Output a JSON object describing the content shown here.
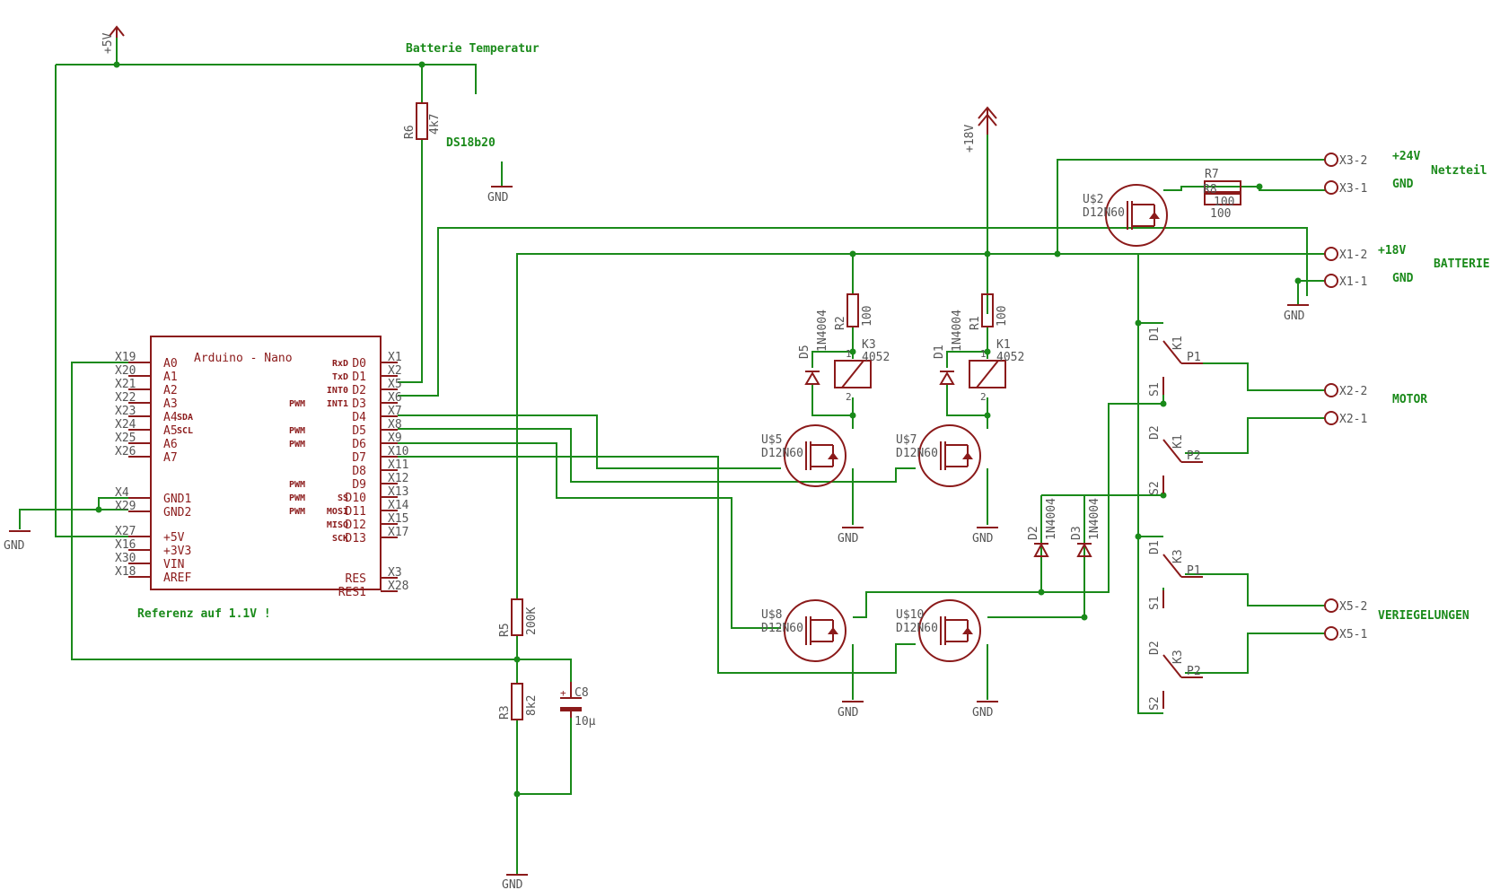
{
  "labels": {
    "batterie_temperatur": "Batterie Temperatur",
    "ds18b20": "DS18b20",
    "referenz": "Referenz auf 1.1V !",
    "netzteil": "Netzteil",
    "batterie": "BATTERIE",
    "motor": "MOTOR",
    "veriegelungen": "VERIEGELUNGEN"
  },
  "nets": {
    "p5v": "+5V",
    "p18v": "+18V",
    "p24v": "+24V",
    "p18v_conn": "+18V",
    "gnd": "GND"
  },
  "arduino": {
    "title": "Arduino - Nano",
    "left_pins": [
      "A0",
      "A1",
      "A2",
      "A3",
      "A4",
      "A5",
      "A6",
      "A7",
      "GND1",
      "GND2",
      "+5V",
      "+3V3",
      "VIN",
      "AREF"
    ],
    "left_x": [
      "X19",
      "X20",
      "X21",
      "X22",
      "X23",
      "X24",
      "X25",
      "X26",
      "X4",
      "X29",
      "X27",
      "X16",
      "X30",
      "X18"
    ],
    "right_pins": [
      "D0",
      "D1",
      "D2",
      "D3",
      "D4",
      "D5",
      "D6",
      "D7",
      "D8",
      "D9",
      "D10",
      "D11",
      "D12",
      "D13",
      "RES",
      "RES1"
    ],
    "right_alt": [
      "RxD",
      "TxD",
      "INT0",
      "INT1",
      "",
      "",
      "",
      "",
      "",
      "",
      "SS",
      "MOSI",
      "MISO",
      "SCK",
      "",
      ""
    ],
    "right_pwm": [
      "",
      "",
      "",
      "PWM",
      "",
      "PWM",
      "PWM",
      "",
      "",
      "PWM",
      "PWM",
      "PWM",
      "",
      "",
      "",
      ""
    ],
    "right_x": [
      "X1",
      "X2",
      "X5",
      "X6",
      "X7",
      "X8",
      "X9",
      "X10",
      "X11",
      "X12",
      "X13",
      "X14",
      "X15",
      "X17",
      "X3",
      "X28"
    ],
    "sda": "SDA",
    "scl": "SCL"
  },
  "parts": {
    "r6": {
      "name": "R6",
      "value": "4k7"
    },
    "r5": {
      "name": "R5",
      "value": "200K"
    },
    "r3": {
      "name": "R3",
      "value": "8k2"
    },
    "c8": {
      "name": "C8",
      "value": "10µ"
    },
    "r2": {
      "name": "R2",
      "value": "100"
    },
    "r1": {
      "name": "R1",
      "value": "100"
    },
    "r7": {
      "name": "R7",
      "value": "100"
    },
    "r8": {
      "name": "R8",
      "value": "100"
    },
    "d5": {
      "name": "D5",
      "value": "1N4004"
    },
    "d1": {
      "name": "D1",
      "value": "1N4004"
    },
    "d2": {
      "name": "D2",
      "value": "1N4004"
    },
    "d3": {
      "name": "D3",
      "value": "1N4004"
    },
    "k3": {
      "name": "K3",
      "value": "4052"
    },
    "k1": {
      "name": "K1",
      "value": "4052"
    },
    "u2": {
      "name": "U$2",
      "value": "D12N60"
    },
    "u5": {
      "name": "U$5",
      "value": "D12N60"
    },
    "u7": {
      "name": "U$7",
      "value": "D12N60"
    },
    "u8": {
      "name": "U$8",
      "value": "D12N60"
    },
    "u10": {
      "name": "U$10",
      "value": "D12N60"
    }
  },
  "connectors": {
    "x3_2": "X3-2",
    "x3_1": "X3-1",
    "x1_2": "X1-2",
    "x1_1": "X1-1",
    "x2_2": "X2-2",
    "x2_1": "X2-1",
    "x5_2": "X5-2",
    "x5_1": "X5-1"
  },
  "contact_labels": {
    "d1": "D1",
    "p1": "P1",
    "s1": "S1",
    "d2": "D2",
    "p2": "P2",
    "s2": "S2",
    "k1": "K1",
    "k3": "K3"
  }
}
